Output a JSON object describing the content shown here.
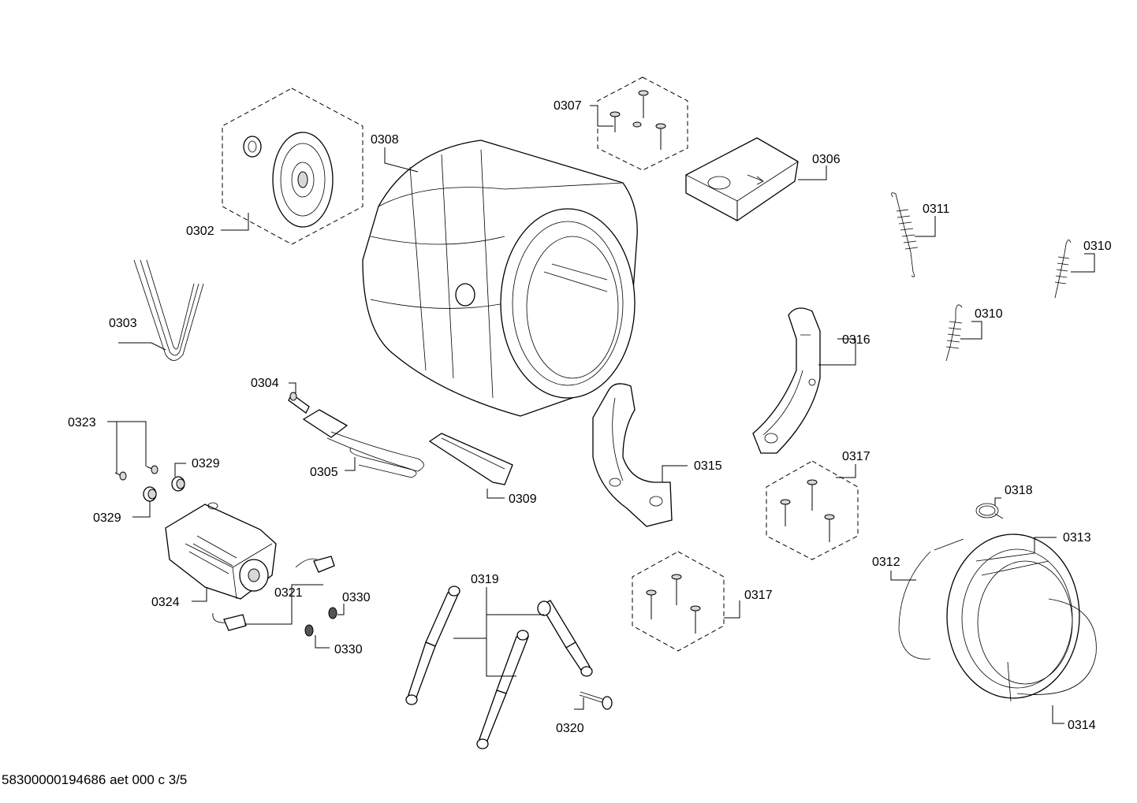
{
  "doc_code": "58300000194686 aet 000 c 3/5",
  "labels": {
    "p0302": "0302",
    "p0303": "0303",
    "p0304": "0304",
    "p0305": "0305",
    "p0306": "0306",
    "p0307": "0307",
    "p0308": "0308",
    "p0309": "0309",
    "p0310a": "0310",
    "p0310b": "0310",
    "p0311": "0311",
    "p0312": "0312",
    "p0313": "0313",
    "p0314": "0314",
    "p0315": "0315",
    "p0316": "0316",
    "p0317a": "0317",
    "p0317b": "0317",
    "p0318": "0318",
    "p0319": "0319",
    "p0320": "0320",
    "p0321": "0321",
    "p0323": "0323",
    "p0324": "0324",
    "p0329a": "0329",
    "p0329b": "0329",
    "p0330a": "0330",
    "p0330b": "0330"
  }
}
